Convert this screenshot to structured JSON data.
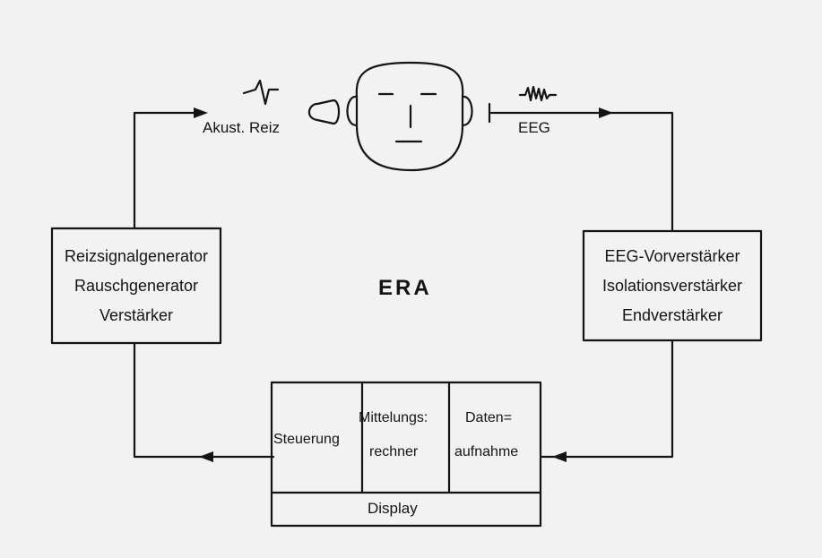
{
  "stimulus_label": "Akust. Reiz",
  "eeg_label": "EEG",
  "title": "ERA",
  "left_box": [
    "Reizsignalgenerator",
    "Rauschgenerator",
    "Verstärker"
  ],
  "right_box": [
    "EEG-Vorverstärker",
    "Isolationsverstärker",
    "Endverstärker"
  ],
  "bottom_box": {
    "steuerung": "Steuerung",
    "mittelungs_line1": "Mittelungs:",
    "mittelungs_line2": "rechner",
    "daten_line1": "Daten=",
    "daten_line2": "aufnahme",
    "display": "Display"
  },
  "colors": {
    "ink": "#141414",
    "paper": "#f2f2f2"
  }
}
